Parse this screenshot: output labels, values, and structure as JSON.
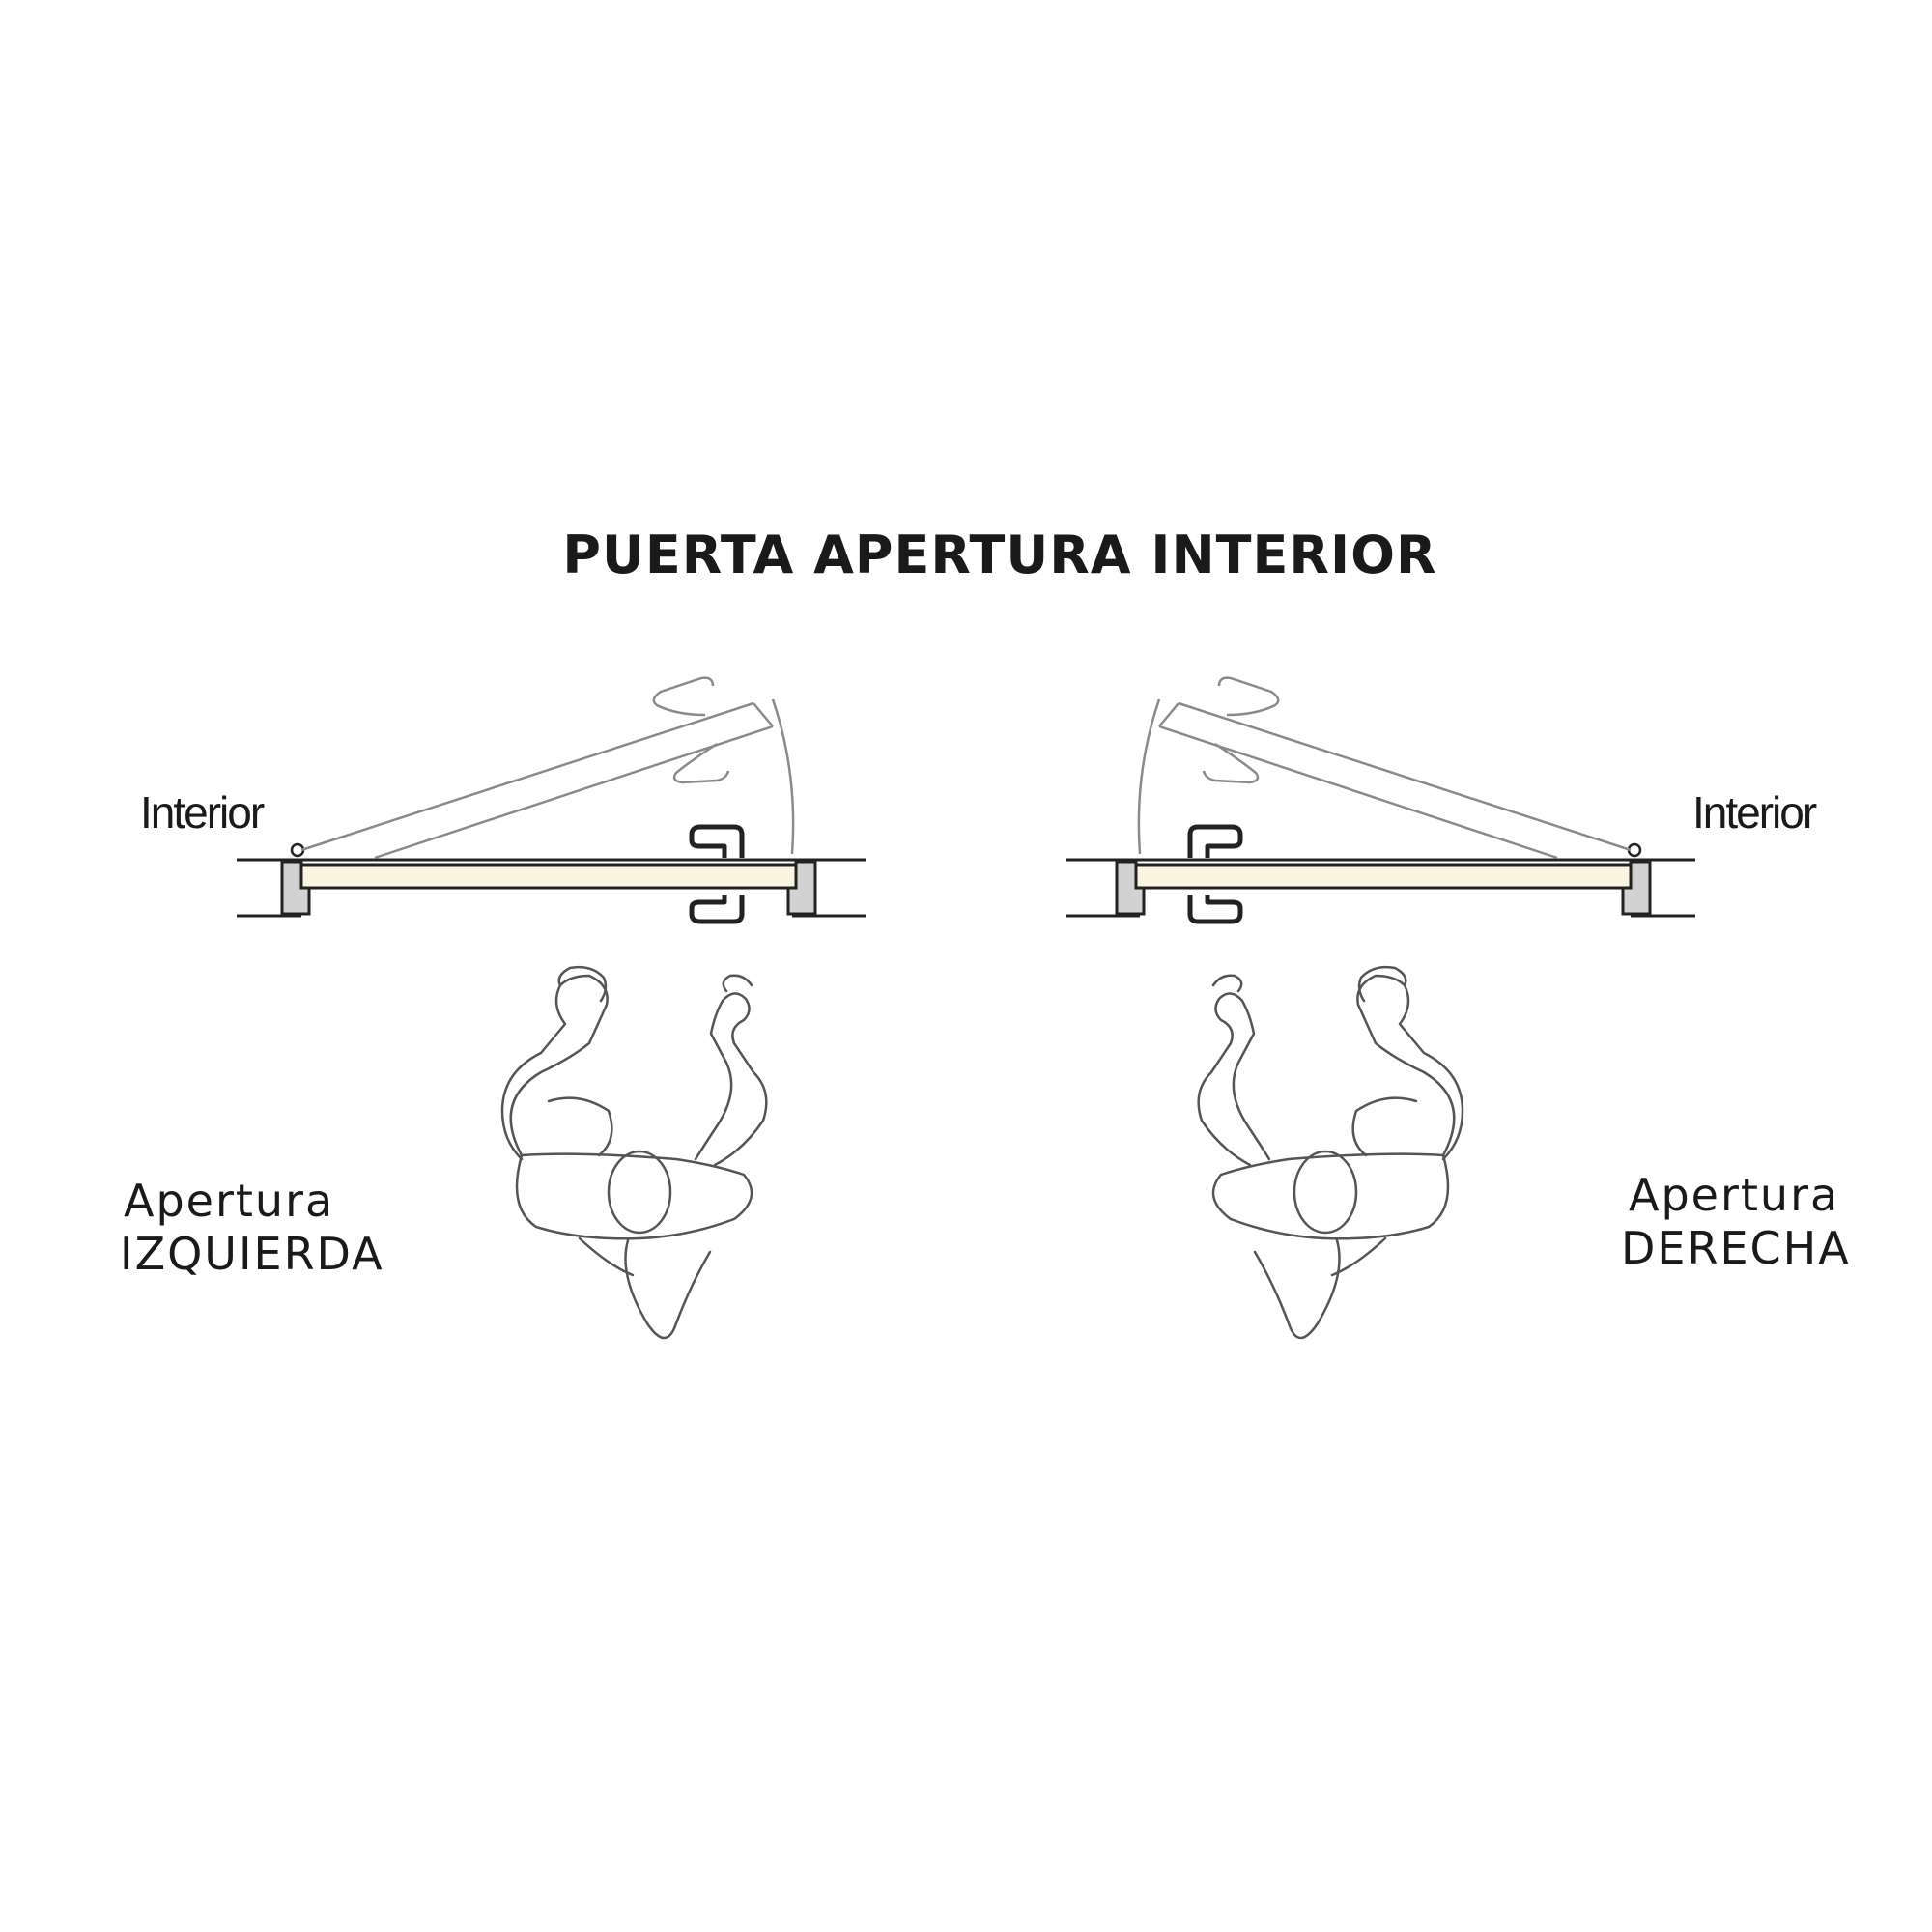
{
  "title": "PUERTA APERTURA INTERIOR",
  "left_panel": {
    "interior_label": "Interior",
    "caption_line1": "Apertura",
    "caption_line2": "IZQUIERDA"
  },
  "right_panel": {
    "interior_label": "Interior",
    "caption_line1": "Apertura",
    "caption_line2": "DERECHA"
  },
  "colors": {
    "door_leaf": "#fbf4e1",
    "frame_fill": "#d2d2d2",
    "line": "#222222",
    "swing_line": "#8a8a8a"
  }
}
